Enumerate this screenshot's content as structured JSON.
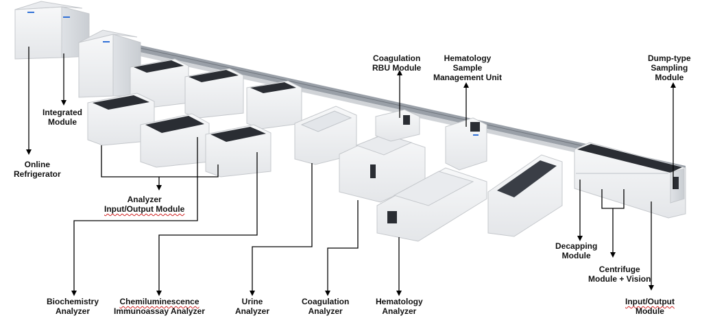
{
  "labels": {
    "online_refrigerator": [
      "Online",
      "Refrigerator"
    ],
    "integrated_module": [
      "Integrated",
      "Module"
    ],
    "analyzer_io_module": [
      "Analyzer",
      "Input/Output Module"
    ],
    "coagulation_rbu": [
      "Coagulation",
      "RBU Module"
    ],
    "hematology_smu": [
      "Hematology",
      "Sample",
      "Management Unit"
    ],
    "dump_type_sampling": [
      "Dump-type",
      "Sampling",
      "Module"
    ],
    "decapping_module": [
      "Decapping",
      "Module"
    ],
    "centrifuge_module": [
      "Centrifuge",
      "Module + Vision"
    ],
    "biochemistry_analyzer": [
      "Biochemistry",
      "Analyzer"
    ],
    "chemiluminescence_analyzer": [
      "Chemiluminescence",
      "Immunoassay Analyzer"
    ],
    "urine_analyzer": [
      "Urine",
      "Analyzer"
    ],
    "coagulation_analyzer": [
      "Coagulation",
      "Analyzer"
    ],
    "hematology_analyzer": [
      "Hematology",
      "Analyzer"
    ],
    "input_output_module": [
      "Input/Output",
      "Module"
    ]
  },
  "colors": {
    "line": "#000000",
    "machine_body": "#f1f2f4",
    "machine_shade": "#d9dce0",
    "machine_top": "#2a2d33",
    "accent": "#2f6fd6",
    "spellcheck": "#d02020"
  }
}
